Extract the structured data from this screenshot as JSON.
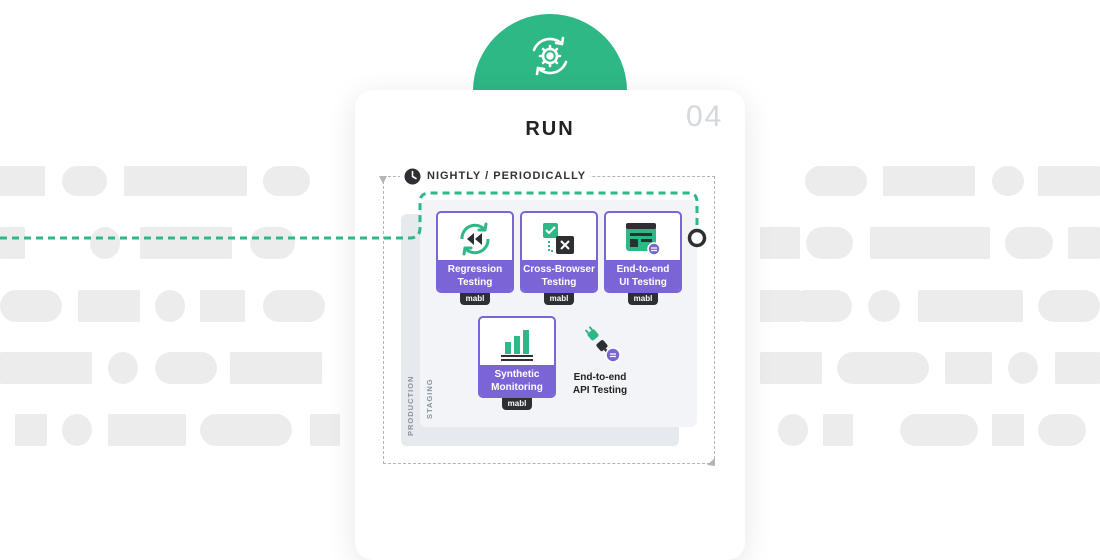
{
  "stage": {
    "number": "04",
    "title": "RUN",
    "icon": "gear-sync-icon",
    "accent_color": "#2eb886"
  },
  "schedule": {
    "label": "NIGHTLY / PERIODICALLY",
    "icon": "clock-icon"
  },
  "environments": {
    "production": "PRODUCTION",
    "staging": "STAGING"
  },
  "tests": [
    {
      "label_line1": "Regression",
      "label_line2": "Testing",
      "tag": "mabl",
      "icon": "rewind-sync-icon"
    },
    {
      "label_line1": "Cross-Browser",
      "label_line2": "Testing",
      "tag": "mabl",
      "icon": "browser-check-icon"
    },
    {
      "label_line1": "End-to-end",
      "label_line2": "UI Testing",
      "tag": "mabl",
      "icon": "ui-window-icon"
    },
    {
      "label_line1": "Synthetic",
      "label_line2": "Monitoring",
      "tag": "mabl",
      "icon": "bar-chart-icon"
    }
  ],
  "api_test": {
    "label_line1": "End-to-end",
    "label_line2": "API Testing",
    "icon": "plug-connector-icon"
  },
  "colors": {
    "tile_purple": "#7a64d6",
    "green": "#2eb886",
    "dark": "#2d2f33"
  }
}
